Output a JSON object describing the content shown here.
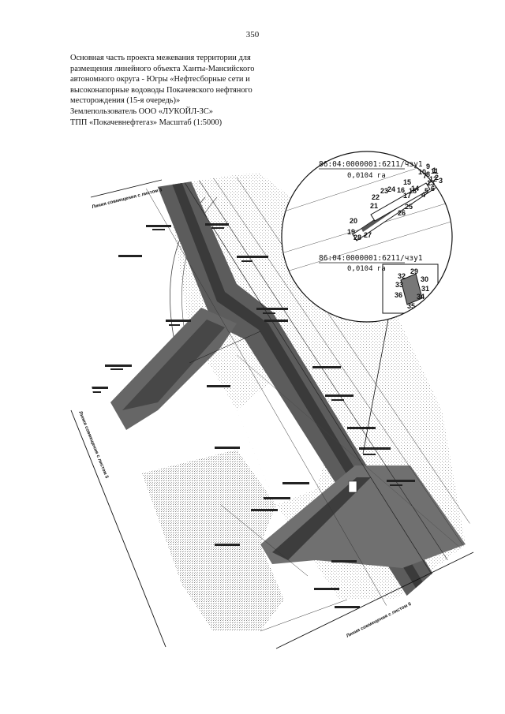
{
  "page_number": "350",
  "title_lines": [
    "Основная часть проекта межевания территории для",
    "размещения линейного объекта Ханты-Мансийского",
    "автономного округа - Югры «Нефтесборные сети и",
    "высоконапорные водоводы Покачевского нефтяного",
    "месторождения (15-я очередь)»",
    "Землепользователь ООО «ЛУКОЙЛ-ЗС»",
    "ТПП «Покачевнефтегаз» Масштаб (1:5000)"
  ],
  "inset": {
    "parcel_label_1": "86:04:0000001:6211/чзу1",
    "area_1": "0,0104 га",
    "parcel_label_2": "86:04:0000001:6211/чзу1",
    "area_2": "0,0104 га",
    "points_top": [
      "1",
      "2",
      "3",
      "4",
      "5",
      "6",
      "7",
      "8",
      "9",
      "10",
      "11",
      "12",
      "13",
      "14",
      "15",
      "16",
      "17",
      "18",
      "19",
      "20",
      "21",
      "22",
      "23",
      "24",
      "25",
      "26",
      "27",
      "28"
    ],
    "points_bottom": [
      "29",
      "30",
      "31",
      "32",
      "33",
      "34",
      "35",
      "36"
    ]
  },
  "boundary_labels": {
    "sheet_3": "Линия совмещения с листом 3",
    "sheet_5": "Линия совмещения с листом 5",
    "sheet_6": "Линия совмещения с листом 6"
  },
  "colors": {
    "ink": "#111111",
    "corridor": "#5f5f5f",
    "stipple": "#9a9a9a"
  }
}
